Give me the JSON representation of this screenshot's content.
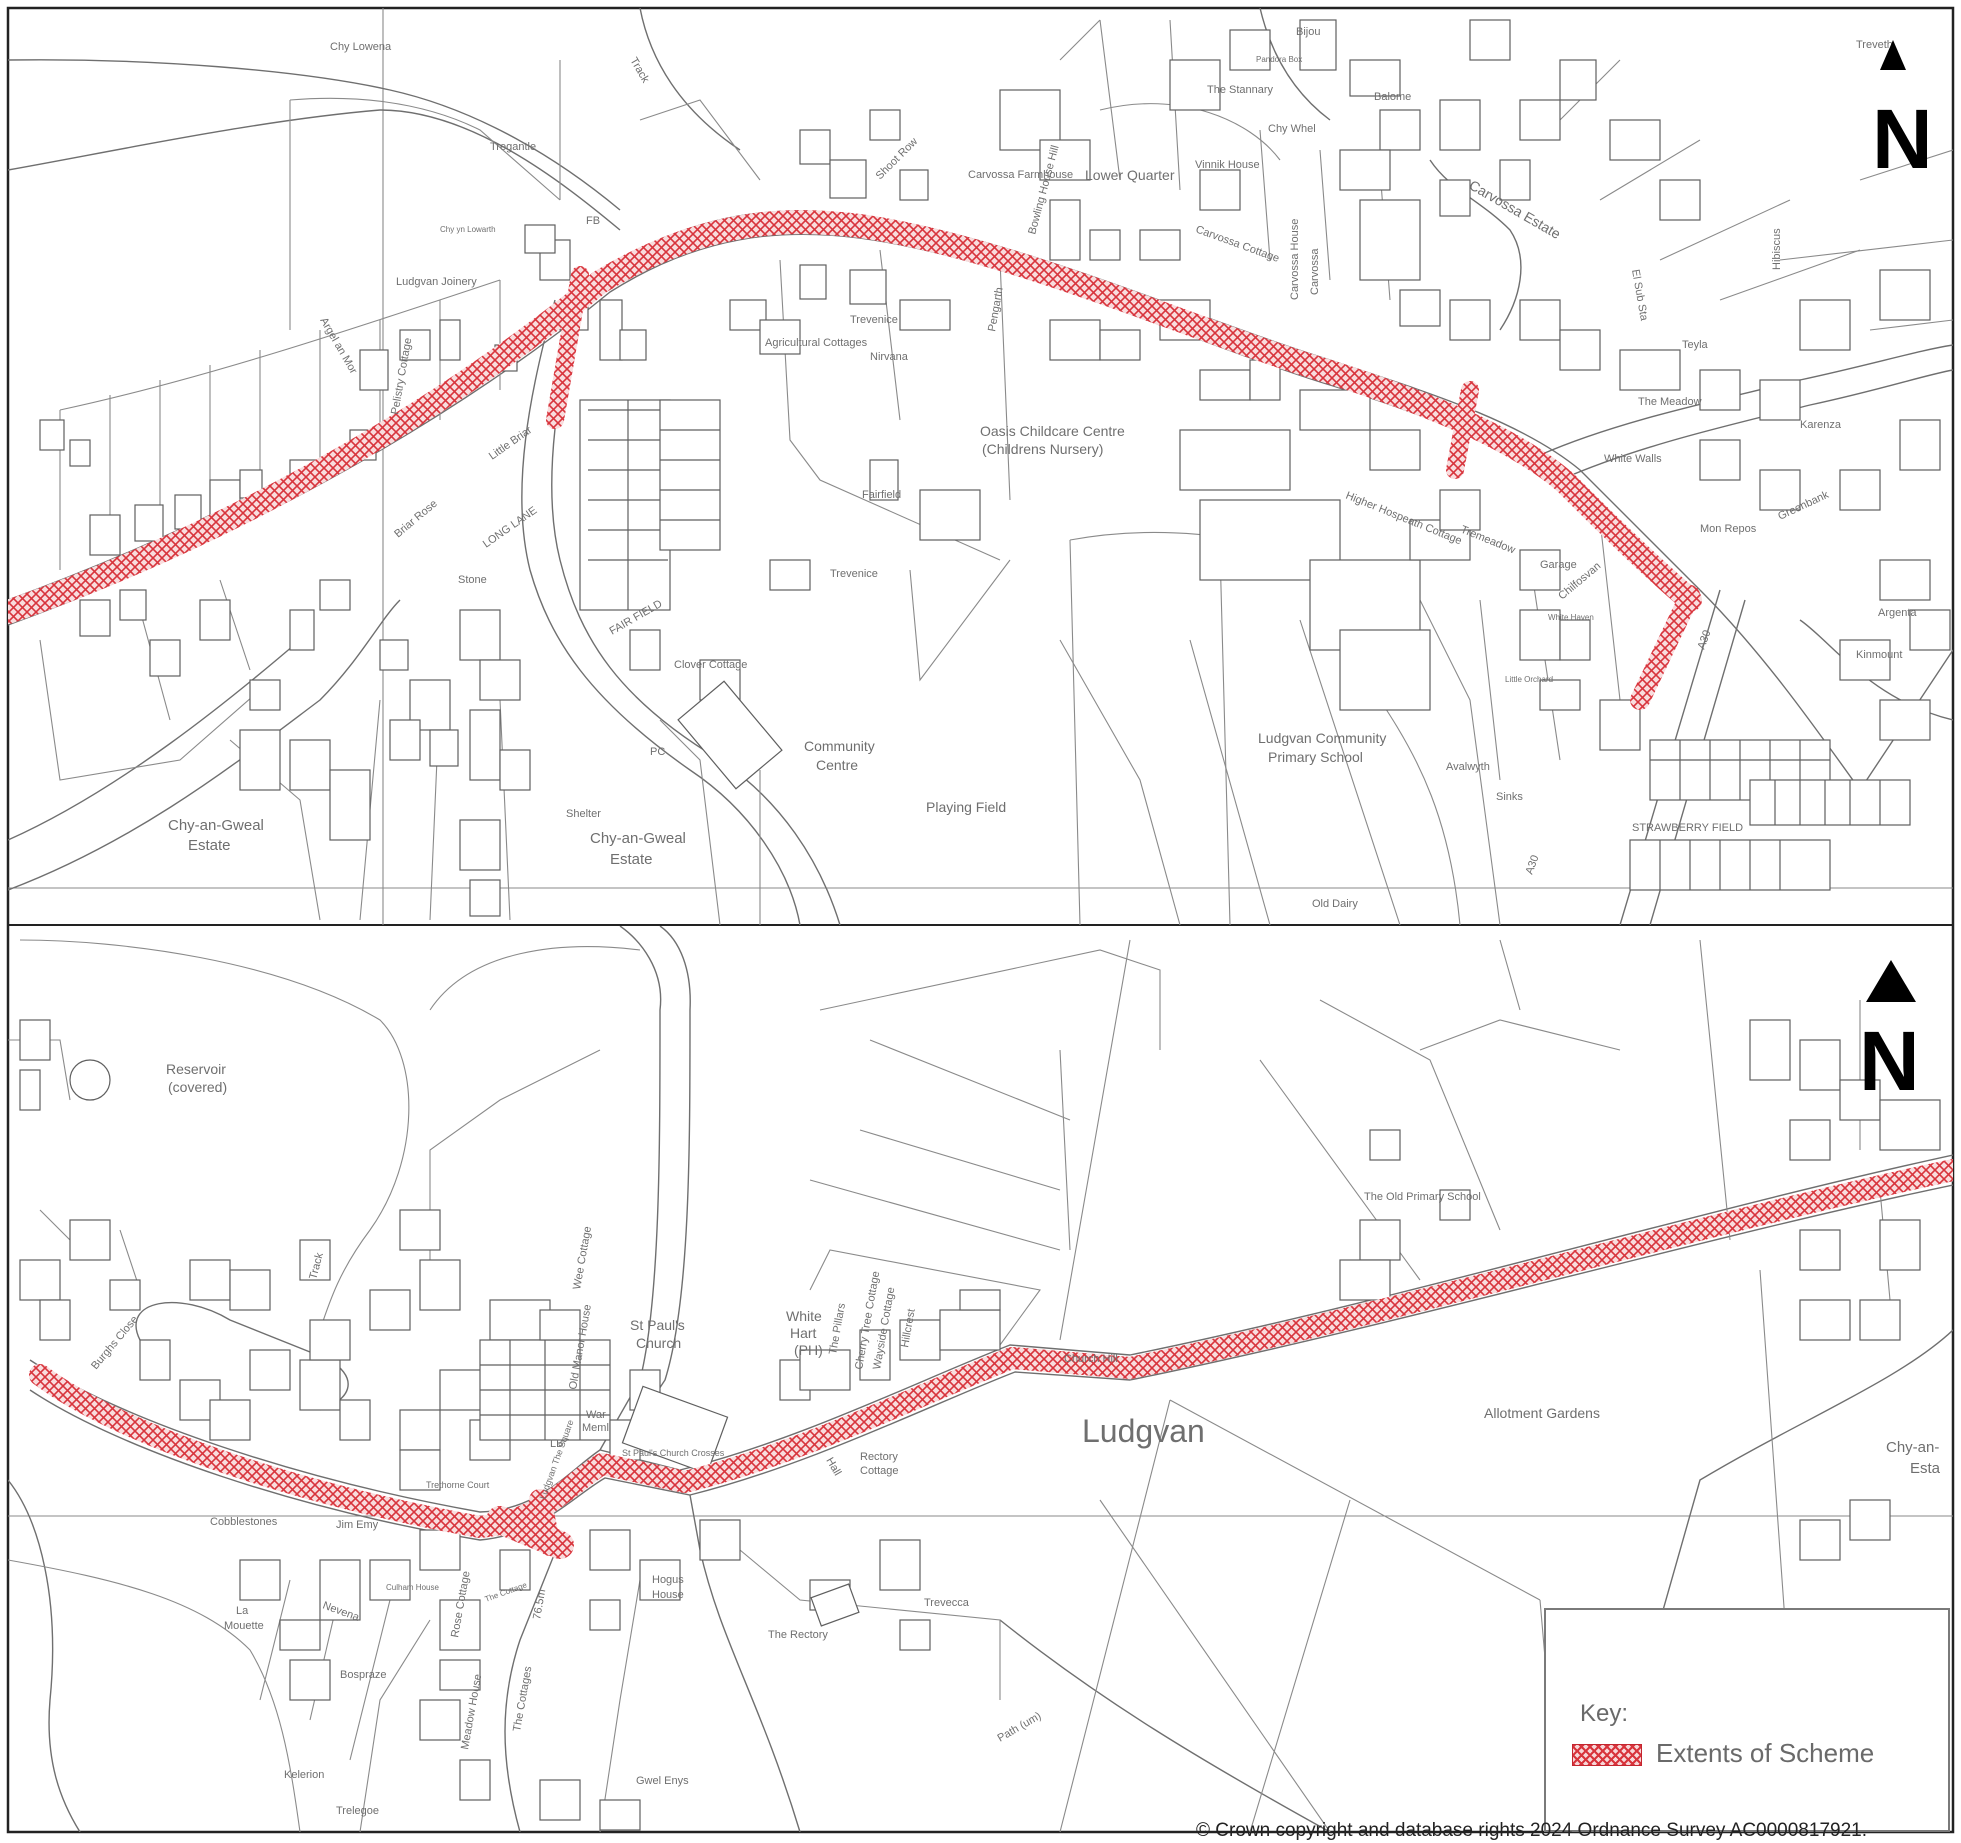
{
  "colors": {
    "linework": "#6f6f6f",
    "scheme_hatch": "#d8343c",
    "frame": "#222222",
    "north_arrow": "#000000"
  },
  "north_arrow": {
    "letter": "N",
    "icon": "north-arrow-icon"
  },
  "top_panel": {
    "labels": {
      "chy_lowena": "Chy Lowena",
      "tregantle": "Tregantle",
      "chy_yn_lowarth": "Chy yn Lowarth",
      "ludgvan_joinery": "Ludgvan Joinery",
      "fb": "FB",
      "track": "Track",
      "shoot_row": "Shoot Row",
      "carvossa_farmhouse": "Carvossa Farmhouse",
      "bowling_house_hill": "Bowling House Hill",
      "lower_quarter": "Lower Quarter",
      "the_stannary": "The Stannary",
      "chy_whel": "Chy Whel",
      "vinnik_house": "Vinnik House",
      "balome": "Balome",
      "bijou": "Bijou",
      "pandora": "Pandora Box",
      "carvossa_estate": "Carvossa Estate",
      "carvossa_house": "Carvossa House",
      "carvossa": "Carvossa",
      "carvossa_cottage": "Carvossa Cottage",
      "el_sub_sta": "El Sub Sta",
      "hibiscus": "Hibiscus",
      "trevethan": "Treveth",
      "agricultural_cottages": "Agricultural Cottages",
      "trevenice": "Trevenice",
      "nirvana": "Nirvana",
      "pengarth": "Pengarth",
      "fairfield": "Fairfield",
      "trevenice2": "Trevenice",
      "oasis_line1": "Oasis Childcare Centre",
      "oasis_line2": "(Childrens Nursery)",
      "higher_hospeath": "Higher Hospeath Cottage",
      "tremeadow": "Tremeadow",
      "garage": "Garage",
      "chiltosvan": "Chilfosvan",
      "white_walls": "White Walls",
      "karenza": "Karenza",
      "mon_repos": "Mon Repos",
      "greenbank": "Greenbank",
      "argenta": "Argenta",
      "kinmount": "Kinmount",
      "the_meadow": "The Meadow",
      "teyla": "Teyla",
      "white_haven": "White Haven",
      "little_orchard": "Little Orchard",
      "avalwyth": "Avalwyth",
      "sinks": "Sinks",
      "community_line1": "Community",
      "community_line2": "Centre",
      "playing_field": "Playing Field",
      "school_line1": "Ludgvan Community",
      "school_line2": "Primary School",
      "clover_cottage": "Clover Cottage",
      "pc": "PC",
      "shelter": "Shelter",
      "chyangweal_w1": "Chy-an-Gweal",
      "chyangweal_w2": "Estate",
      "chyangweal_c1": "Chy-an-Gweal",
      "chyangweal_c2": "Estate",
      "old_dairy": "Old Dairy",
      "long_lane": "LONG LANE",
      "fair_field": "FAIR FIELD",
      "little_briar": "Little Briar",
      "briar_rose": "Briar Rose",
      "stone": "Stone",
      "pelistry_cottage": "Pelistry Cottage",
      "argel_an_mor": "Argel an Mor",
      "a30_1": "A30",
      "a30_2": "A30",
      "strawberry_fields": "STRAWBERRY FIELD"
    }
  },
  "bottom_panel": {
    "labels": {
      "reservoir_line1": "Reservoir",
      "reservoir_line2": "(covered)",
      "track": "Track",
      "wee_cottage": "Wee Cottage",
      "st_pauls_line1": "St Paul's",
      "st_pauls_line2": "Church",
      "white_hart_line1": "White",
      "white_hart_line2": "Hart",
      "white_hart_line3": "(PH)",
      "the_pillars": "The Pillars",
      "cherry_tree": "Cherry Tree Cottage",
      "wayside": "Wayside Cottage",
      "hillcrest": "Hillcrest",
      "old_manor_house": "Old Manor House",
      "the_old_primary_school": "The Old Primary School",
      "church_hill": "Church Hill",
      "ludgvan": "Ludgvan",
      "allotment_gardens": "Allotment Gardens",
      "chy_an_e1": "Chy-an-",
      "chy_an_e2": "Esta",
      "burghs_close": "Burghs Close",
      "war_meml_1": "War",
      "war_meml_2": "Meml",
      "lb": "LB",
      "st_pauls_crosses": "St Paul's Church Crosses",
      "ludgvan_the_square": "Ludgvan The Square",
      "trethorne_court": "Trethorne Court",
      "jim_emy": "Jim Emy",
      "cobblestones": "Cobblestones",
      "la_mouette_1": "La",
      "la_mouette_2": "Mouette",
      "nevena": "Nevena",
      "bospraze": "Bospraze",
      "kelerion": "Kelerion",
      "trelegoe": "Trelegoe",
      "culham_house": "Culham House",
      "rose_cottage": "Rose Cottage",
      "the_cottages": "The Cottages",
      "meadow_house": "Meadow House",
      "spot_height": "76.5m",
      "hogus_house_1": "Hogus",
      "hogus_house_2": "House",
      "rectory_cottage_1": "Rectory",
      "rectory_cottage_2": "Cottage",
      "hall": "Hall",
      "the_rectory": "The Rectory",
      "trevecca": "Trevecca",
      "path_um": "Path (um)",
      "gwel_enys": "Gwel Enys",
      "the_cottage": "The Cottage"
    }
  },
  "key": {
    "title": "Key:",
    "item_label": "Extents of Scheme"
  },
  "copyright": "© Crown copyright and database rights 2024 Ordnance Survey AC0000817921."
}
